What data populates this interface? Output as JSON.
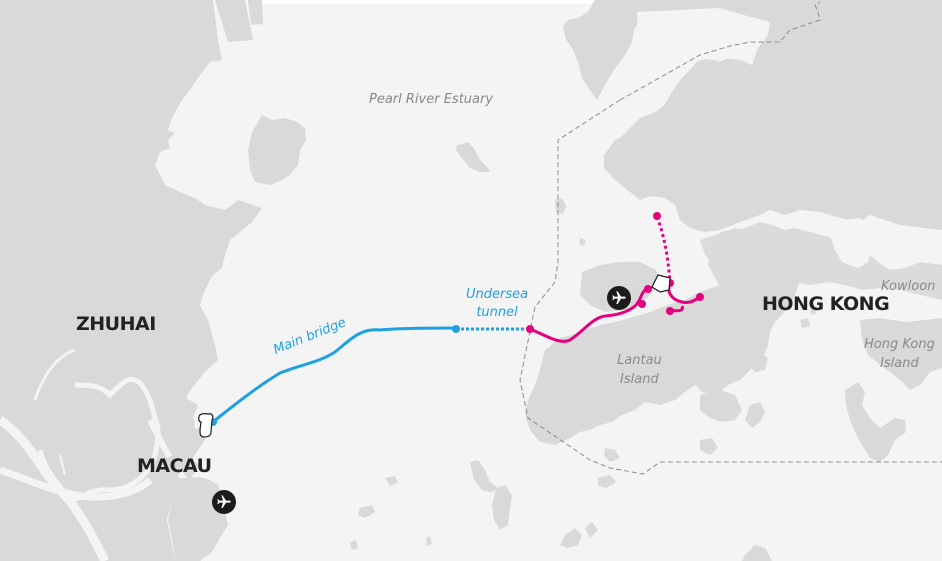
{
  "map": {
    "colors": {
      "water": "#f4f4f4",
      "land": "#d9d9d9",
      "boundary": "#8c8c8c",
      "bridge": "#1da1e2",
      "hk_link": "#e5007e",
      "city_label": "#222222",
      "place_label": "#888888",
      "airport_icon": "#1c1c1c"
    },
    "labels": {
      "water_body": "Pearl River Estuary",
      "zhuhai": "ZHUHAI",
      "macau": "MACAU",
      "hong_kong": "HONG KONG",
      "lantau_line1": "Lantau",
      "lantau_line2": "Island",
      "kowloon": "Kowloon",
      "hk_island_line1": "Hong Kong",
      "hk_island_line2": "Island"
    },
    "routes": {
      "main_bridge": "Main bridge",
      "tunnel_line1": "Undersea",
      "tunnel_line2": "tunnel"
    },
    "icons": {
      "hk_airport": "airplane-icon",
      "macau_airport": "airplane-icon",
      "zhuhai_port": "port-island-icon",
      "hk_port": "port-island-icon"
    }
  }
}
